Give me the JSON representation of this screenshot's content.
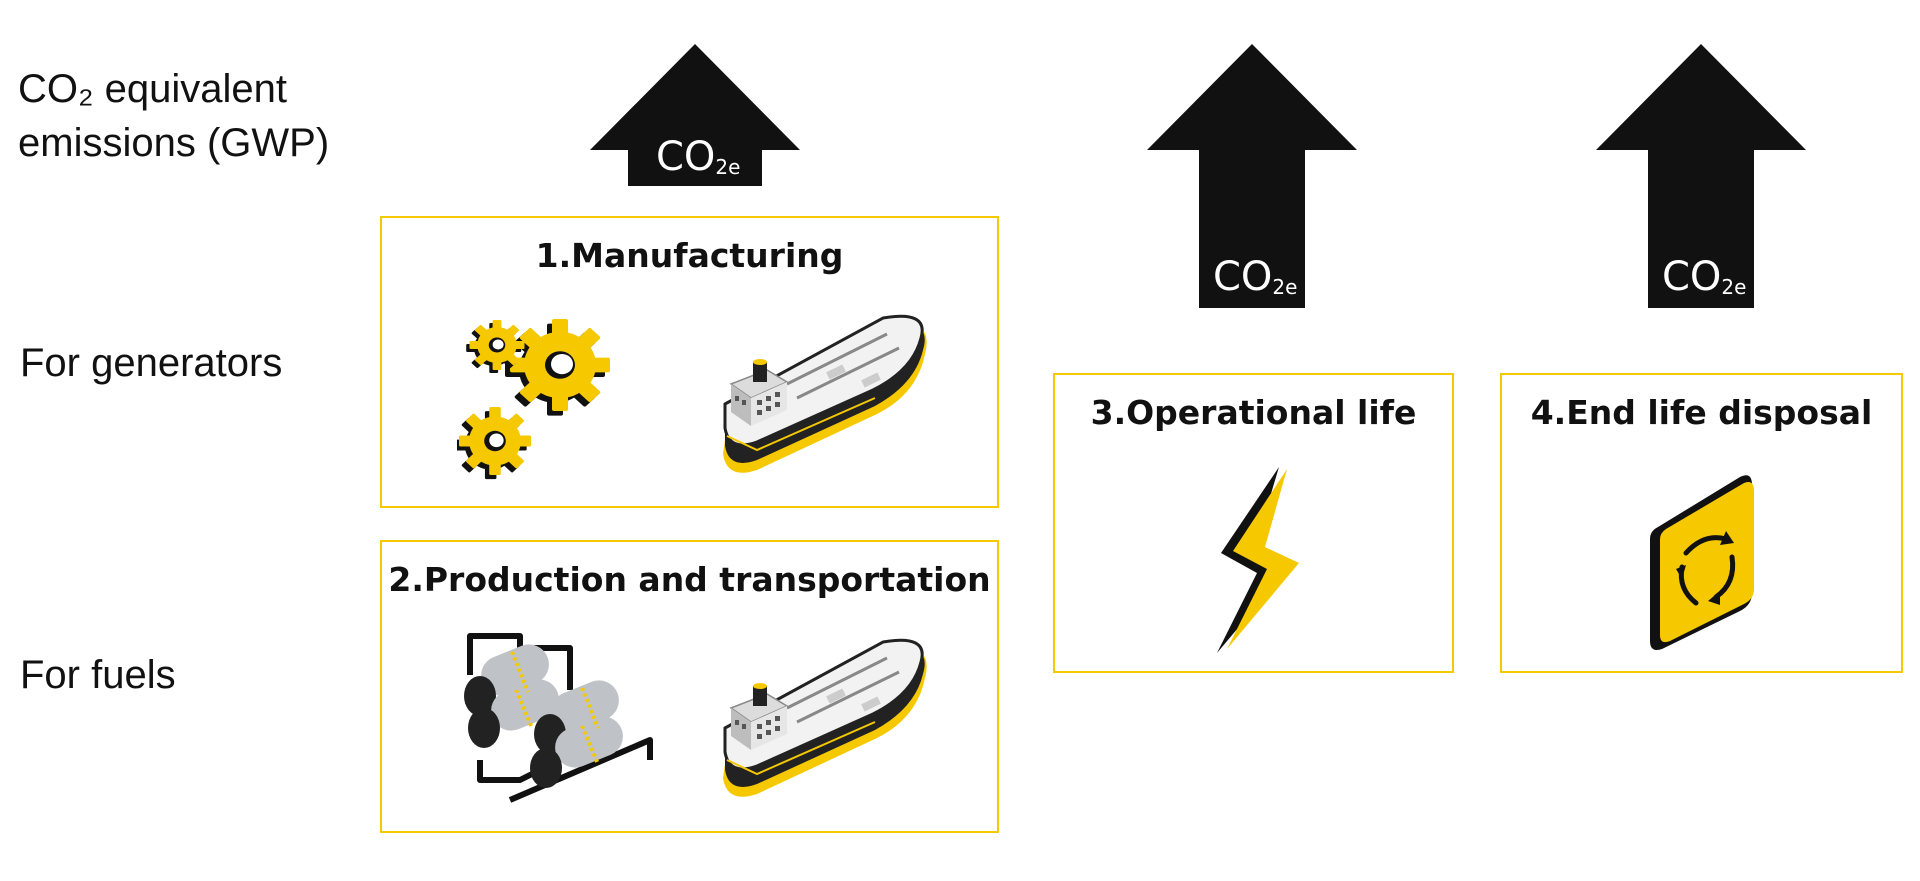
{
  "row_labels": {
    "emissions_line1": "CO₂ equivalent",
    "emissions_line2": "emissions (GWP)",
    "generators": "For generators",
    "fuels": "For fuels"
  },
  "arrow_label": {
    "main": "CO",
    "sub": "2e"
  },
  "stages": [
    {
      "title": "1.Manufacturing",
      "icons": [
        "gears-icon",
        "ship-icon"
      ]
    },
    {
      "title": "2.Production and transportation",
      "icons": [
        "tanks-icon",
        "ship-icon"
      ]
    },
    {
      "title": "3.Operational life",
      "icons": [
        "lightning-bolt-icon"
      ]
    },
    {
      "title": "4.End life disposal",
      "icons": [
        "recycle-sign-icon"
      ]
    }
  ],
  "colors": {
    "accent": "#F5C800",
    "dark": "#111111",
    "steel": "#BFC3C7"
  }
}
